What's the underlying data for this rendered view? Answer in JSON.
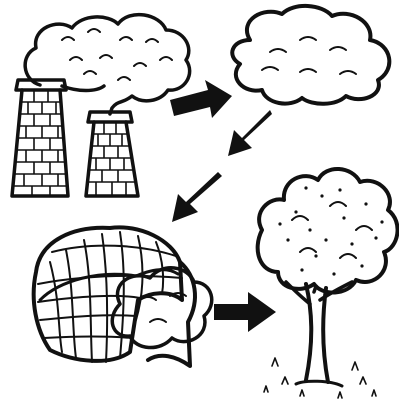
{
  "diagram": {
    "type": "pollution-cycle-illustration",
    "stages": [
      {
        "id": "factory-chimneys",
        "icon": "factory-chimneys-icon"
      },
      {
        "id": "cloud",
        "icon": "cloud-icon"
      },
      {
        "id": "net-cloud",
        "icon": "net-covered-cloud-icon"
      },
      {
        "id": "tree",
        "icon": "tree-icon"
      }
    ],
    "arrows": [
      {
        "from": "factory-chimneys",
        "to": "cloud"
      },
      {
        "from": "cloud",
        "to": "net-cloud"
      },
      {
        "from": "cloud",
        "to": "net-cloud"
      },
      {
        "from": "net-cloud",
        "to": "tree"
      }
    ],
    "colors": {
      "ink": "#111111",
      "background": "#ffffff",
      "arrow": "#111111"
    }
  }
}
